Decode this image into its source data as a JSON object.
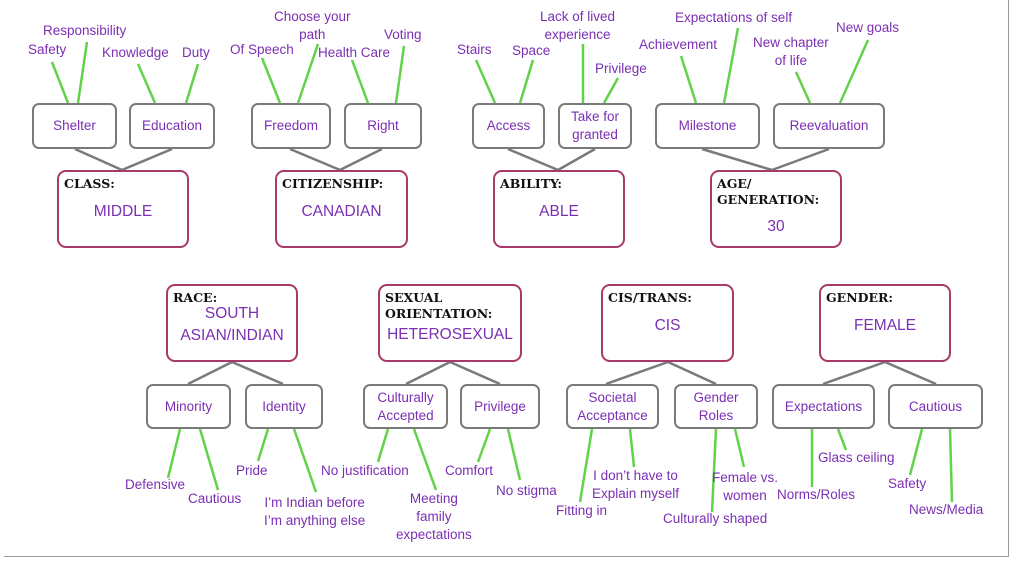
{
  "colors": {
    "keyword_text": "#7b2fb3",
    "green_line": "#62d24a",
    "gray_line": "#7a7a7a",
    "main_border": "#a83a6a"
  },
  "groups": {
    "class": {
      "label": "CLASS:",
      "value": "MIDDLE",
      "shelter": {
        "label": "Shelter",
        "keywords": [
          "Safety",
          "Responsibility"
        ]
      },
      "education": {
        "label": "Education",
        "keywords": [
          "Knowledge",
          "Duty"
        ]
      }
    },
    "citizenship": {
      "label": "CITIZENSHIP:",
      "value": "CANADIAN",
      "freedom": {
        "label": "Freedom",
        "keywords": [
          "Of Speech",
          "Choose your\npath"
        ]
      },
      "right": {
        "label": "Right",
        "keywords": [
          "Health Care",
          "Voting"
        ]
      }
    },
    "ability": {
      "label": "ABILITY:",
      "value": "ABLE",
      "access": {
        "label": "Access",
        "keywords": [
          "Stairs",
          "Space"
        ]
      },
      "granted": {
        "label": "Take for\ngranted",
        "keywords": [
          "Lack of lived\nexperience",
          "Privilege"
        ]
      }
    },
    "age": {
      "label": "AGE/\nGENERATION:",
      "value": "30",
      "milestone": {
        "label": "Milestone",
        "keywords": [
          "Achievement",
          "Expectations of self"
        ]
      },
      "reevaluation": {
        "label": "Reevaluation",
        "keywords": [
          "New chapter\nof life",
          "New goals"
        ]
      }
    },
    "race": {
      "label": "RACE:",
      "value": "SOUTH\nASIAN/INDIAN",
      "minority": {
        "label": "Minority",
        "keywords": [
          "Defensive",
          "Cautious"
        ]
      },
      "identity": {
        "label": "Identity",
        "keywords": [
          "Pride",
          "I’m Indian before\nI’m anything else"
        ]
      }
    },
    "sexual": {
      "label": "SEXUAL\nORIENTATION:",
      "value": "HETEROSEXUAL",
      "culturally": {
        "label": "Culturally\nAccepted",
        "keywords": [
          "No justification",
          "Meeting\nfamily\nexpectations"
        ]
      },
      "privilege": {
        "label": "Privilege",
        "keywords": [
          "Comfort",
          "No stigma"
        ]
      }
    },
    "cis": {
      "label": "CIS/TRANS:",
      "value": "CIS",
      "societal": {
        "label": "Societal\nAcceptance",
        "keywords": [
          "Fitting in",
          "I don’t have to\nExplain myself"
        ]
      },
      "roles": {
        "label": "Gender\nRoles",
        "keywords": [
          "Culturally shaped",
          "Female vs.\nwomen"
        ]
      }
    },
    "gender": {
      "label": "GENDER:",
      "value": "FEMALE",
      "expectations": {
        "label": "Expectations",
        "keywords": [
          "Norms/Roles",
          "Glass ceiling"
        ]
      },
      "cautious": {
        "label": "Cautious",
        "keywords": [
          "Safety",
          "News/Media"
        ]
      }
    }
  }
}
